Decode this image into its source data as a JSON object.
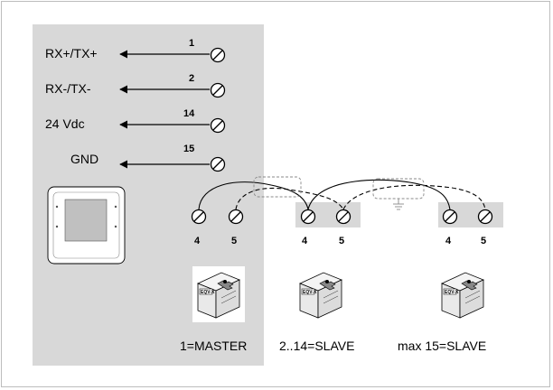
{
  "signals": [
    {
      "label": "RX+/TX+",
      "terminal": "1"
    },
    {
      "label": "RX-/TX-",
      "terminal": "2"
    },
    {
      "label": "24 Vdc",
      "terminal": "14"
    },
    {
      "label": "GND",
      "terminal": "15"
    }
  ],
  "thermostat": {
    "minus": "-",
    "plus": "+"
  },
  "bus_terminals": [
    "4",
    "5"
  ],
  "devices": [
    {
      "caption": "1=MASTER",
      "model": "EQV-X"
    },
    {
      "caption": "2..14=SLAVE",
      "model": "EQV-X"
    },
    {
      "caption": "max 15=SLAVE",
      "model": "EQV-X"
    }
  ]
}
